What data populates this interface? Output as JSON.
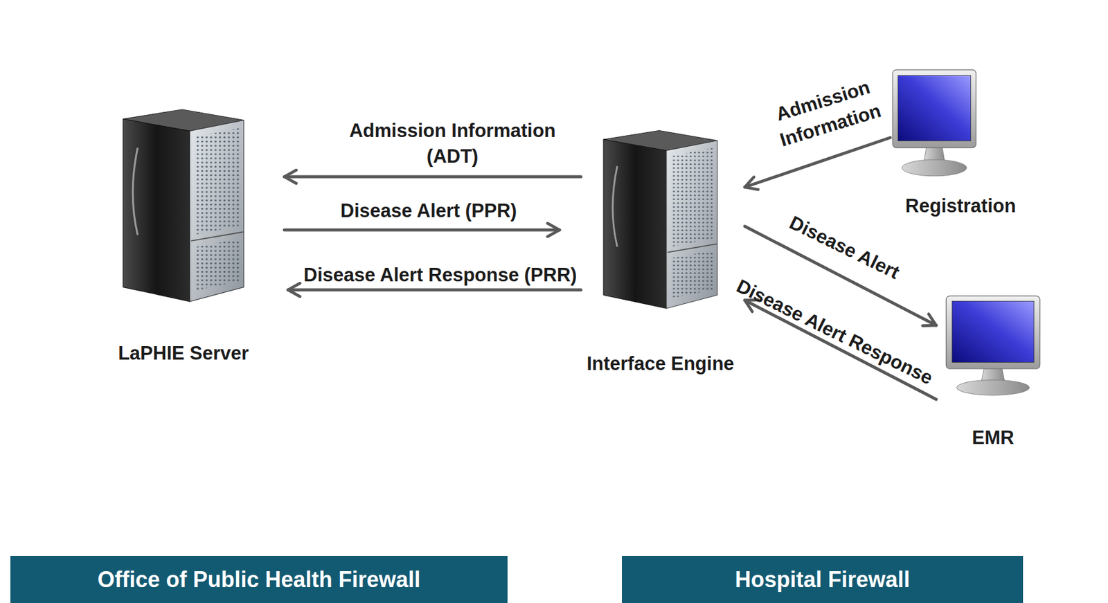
{
  "diagram": {
    "nodes": [
      {
        "text": [
          "Office of Public Health Firewall"
        ]
      },
      {
        "text": [
          "LaPHIE Server"
        ],
        "in": 0
      },
      {
        "text": [
          "Hospital Firewall"
        ]
      },
      {
        "text": [
          "Interface Engine"
        ],
        "in": 2
      },
      {
        "text": [
          "Registration"
        ],
        "in": 2
      },
      {
        "text": [
          "EMR"
        ],
        "in": 2
      }
    ],
    "edges": [
      {
        "from": 3,
        "to": 1,
        "label": "Admission Information (ADT)",
        "arrow": "to"
      },
      {
        "from": 1,
        "to": 3,
        "label": "Disease Alert (PPR)",
        "arrow": "to"
      },
      {
        "from": 3,
        "to": 1,
        "label": "Disease Alert Response (PRR)",
        "arrow": "to"
      },
      {
        "from": 4,
        "to": 3,
        "label": "Admission Information",
        "arrow": "to"
      },
      {
        "from": 3,
        "to": 5,
        "label": "Disease Alert",
        "arrow": "to"
      },
      {
        "from": 5,
        "to": 3,
        "label": "Disease Alert Response",
        "arrow": "to"
      }
    ]
  }
}
